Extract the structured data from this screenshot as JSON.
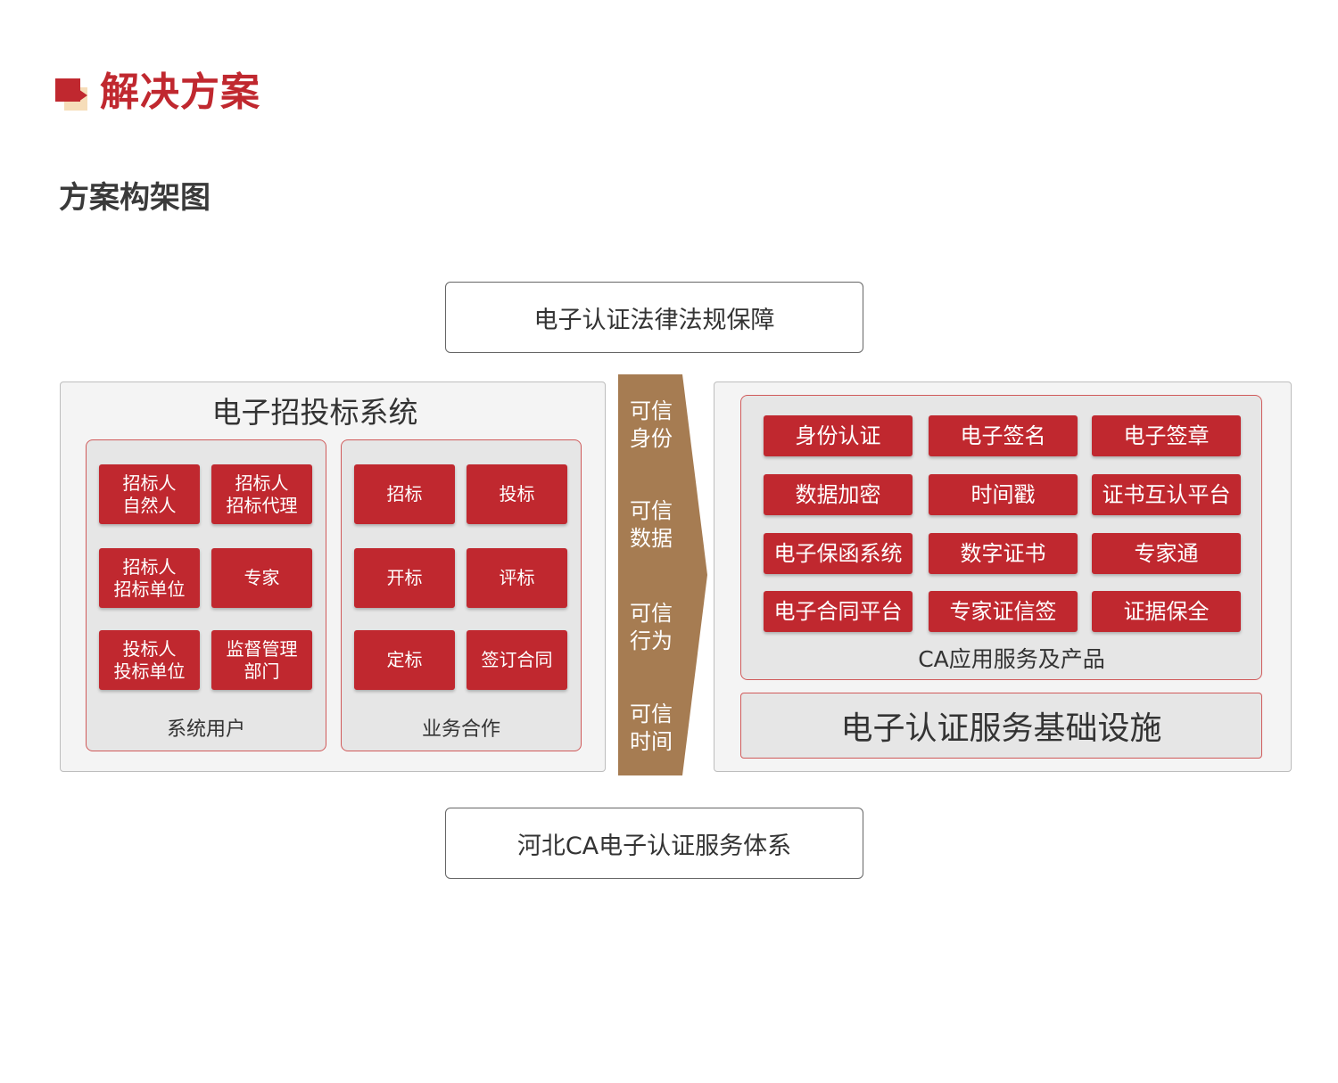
{
  "header": {
    "title": "解决方案",
    "subtitle": "方案构架图"
  },
  "diagram": {
    "top_box": "电子认证法律法规保障",
    "bottom_box": "河北CA电子认证服务体系",
    "left_panel": {
      "title": "电子招投标系统",
      "users_group": {
        "label": "系统用户",
        "tiles": [
          "招标人\n自然人",
          "招标人\n招标代理",
          "招标人\n招标单位",
          "专家",
          "投标人\n投标单位",
          "监督管理\n部门"
        ]
      },
      "business_group": {
        "label": "业务合作",
        "tiles": [
          "招标",
          "投标",
          "开标",
          "评标",
          "定标",
          "签订合同"
        ]
      }
    },
    "arrow": {
      "items": [
        "可信\n身份",
        "可信\n数据",
        "可信\n行为",
        "可信\n时间"
      ],
      "color": "#a67c52"
    },
    "right_panel": {
      "services_group": {
        "label": "CA应用服务及产品",
        "tiles": [
          "身份认证",
          "电子签名",
          "电子签章",
          "数据加密",
          "时间戳",
          "证书互认平台",
          "电子保函系统",
          "数字证书",
          "专家通",
          "电子合同平台",
          "专家证信签",
          "证据保全"
        ]
      },
      "infrastructure": "电子认证服务基础设施"
    },
    "colors": {
      "accent_red": "#c0282f",
      "group_border": "#d05a5a",
      "icon_beige": "#f6ddb9"
    }
  }
}
